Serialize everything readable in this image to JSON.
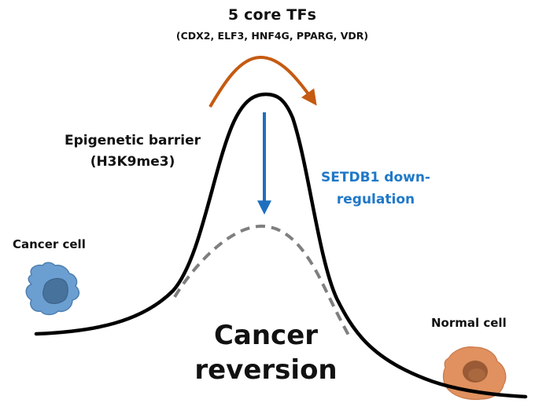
{
  "title": "5 core TFs",
  "subtitle": "(CDX2, ELF3, HNF4G, PPARG, VDR)",
  "labels": {
    "barrier_line1": "Epigenetic barrier",
    "barrier_line2": "(H3K9me3)",
    "setdb1_line1": "SETDB1 down-",
    "setdb1_line2": "regulation",
    "cancer_cell": "Cancer cell",
    "normal_cell": "Normal cell",
    "reversion_line1": "Cancer",
    "reversion_line2": "reversion"
  },
  "colors": {
    "barrier_curve": "#000000",
    "lowered_curve": "#7f7f7f",
    "tf_arrow": "#c55a11",
    "setdb1_arrow": "#1f6fbf",
    "setdb1_text": "#1f78c8",
    "cancer_cell_fill": "#6b9fd1",
    "cancer_cell_nucleus": "#46729c",
    "normal_cell_fill": "#e0915f",
    "normal_cell_nucleus": "#8a5030"
  }
}
